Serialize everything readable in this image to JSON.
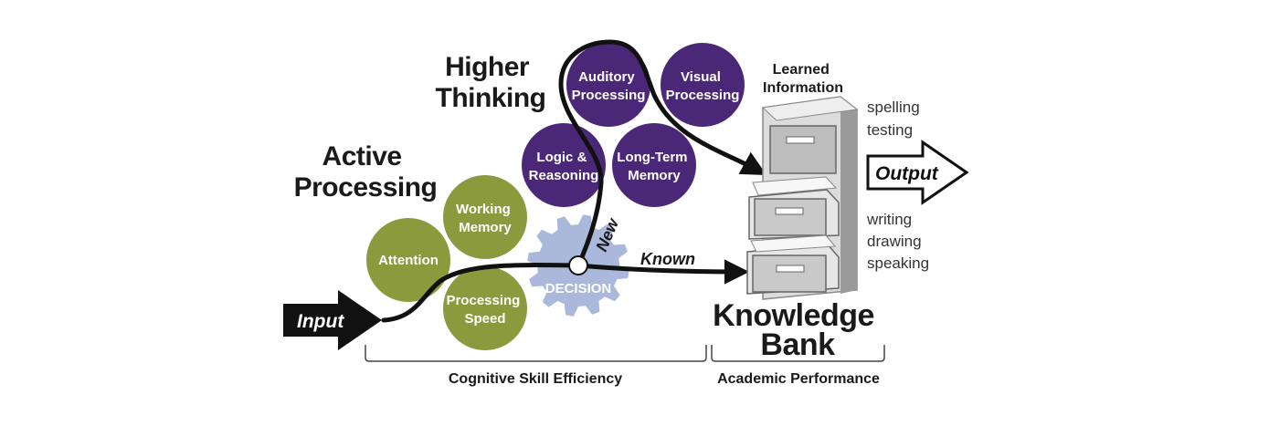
{
  "colors": {
    "green": "#8a9a3d",
    "purple": "#4b2777",
    "gear": "#a9b8db",
    "ink": "#111111",
    "cabinet": "#c6c6c6"
  },
  "headings": {
    "higher_thinking": [
      "Higher",
      "Thinking"
    ],
    "active_processing": [
      "Active",
      "Processing"
    ],
    "learned_information": [
      "Learned",
      "Information"
    ],
    "knowledge_bank": [
      "Knowledge",
      "Bank"
    ]
  },
  "green_nodes": [
    {
      "id": "attention",
      "lines": [
        "Attention"
      ]
    },
    {
      "id": "working-memory",
      "lines": [
        "Working",
        "Memory"
      ]
    },
    {
      "id": "processing-speed",
      "lines": [
        "Processing",
        "Speed"
      ]
    }
  ],
  "purple_nodes": [
    {
      "id": "auditory-processing",
      "lines": [
        "Auditory",
        "Processing"
      ]
    },
    {
      "id": "visual-processing",
      "lines": [
        "Visual",
        "Processing"
      ]
    },
    {
      "id": "logic-reasoning",
      "lines": [
        "Logic &",
        "Reasoning"
      ]
    },
    {
      "id": "long-term-memory",
      "lines": [
        "Long-Term",
        "Memory"
      ]
    }
  ],
  "gear": {
    "label": "DECISION"
  },
  "path_labels": {
    "new": "New",
    "known": "Known"
  },
  "input_arrow": {
    "label": "Input"
  },
  "output_arrow": {
    "label": "Output"
  },
  "outputs": {
    "top": [
      "spelling",
      "testing"
    ],
    "bottom": [
      "writing",
      "drawing",
      "speaking"
    ]
  },
  "brackets": {
    "left": "Cognitive Skill Efficiency",
    "right": "Academic Performance"
  },
  "icons": {
    "gear": "gear-icon",
    "cabinet": "file-cabinet-icon",
    "input": "arrow-right-icon",
    "output": "arrow-right-outline-icon"
  }
}
